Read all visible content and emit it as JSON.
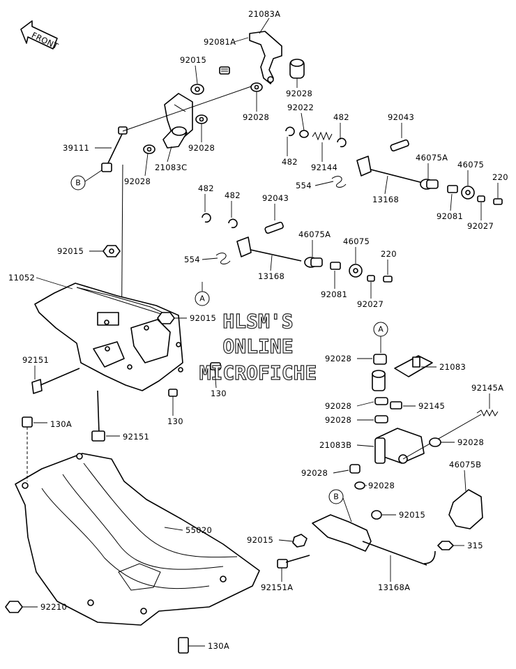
{
  "front_indicator": "FRONT",
  "watermark": [
    "HLSM'S",
    "ONLINE",
    "MICROFICHE"
  ],
  "callouts": [
    "A",
    "B",
    "A",
    "B"
  ],
  "part_labels": [
    "21083A",
    "92081A",
    "92015",
    "92028",
    "92028",
    "92028",
    "39111",
    "21083C",
    "92028",
    "92022",
    "482",
    "92043",
    "482",
    "92144",
    "46075A",
    "46075",
    "220",
    "554",
    "13168",
    "92081",
    "92027",
    "482",
    "482",
    "92043",
    "46075A",
    "46075",
    "554",
    "13168",
    "220",
    "92081",
    "92027",
    "92015",
    "11052",
    "92015",
    "92151",
    "130",
    "130",
    "92151",
    "130A",
    "92028",
    "21083",
    "92145A",
    "92028",
    "92145",
    "92028",
    "21083B",
    "92028",
    "92028",
    "92028",
    "46075B",
    "92015",
    "92015",
    "315",
    "92151A",
    "13168A",
    "55020",
    "92210",
    "130A"
  ]
}
